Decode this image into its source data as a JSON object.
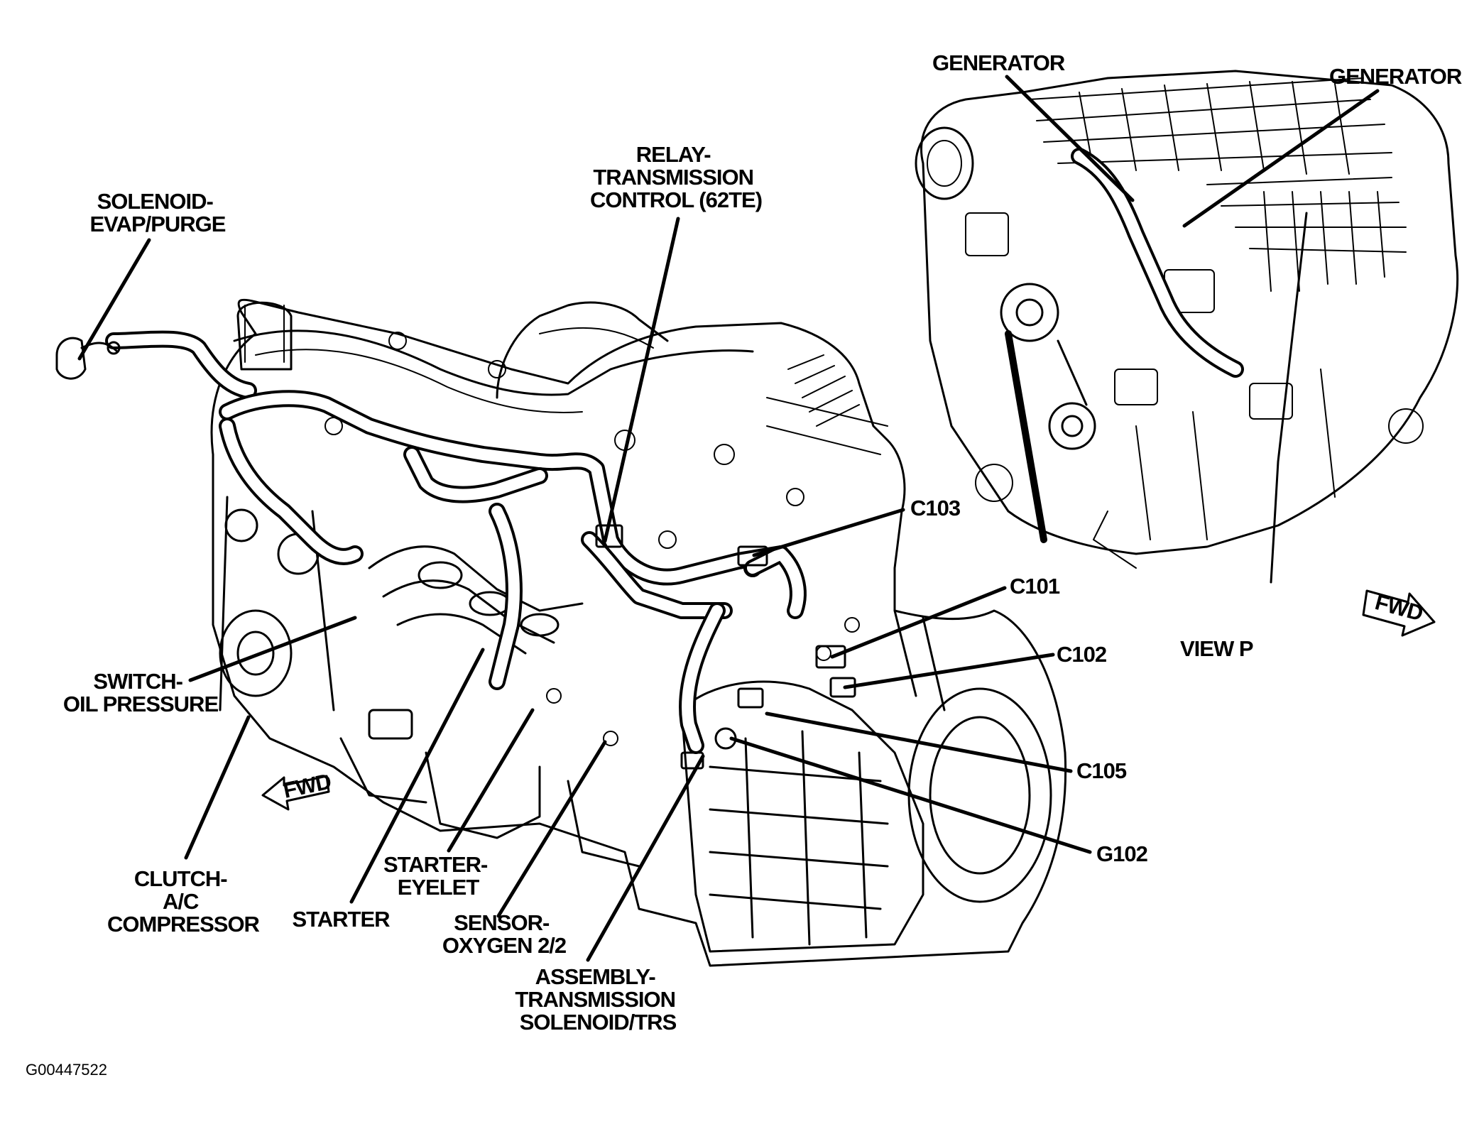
{
  "figure_id": "G00447522",
  "view_label": "VIEW P",
  "fwd_arrow_text": "FWD",
  "labels": {
    "solenoid_evap": [
      "SOLENOID-",
      "EVAP/PURGE"
    ],
    "relay_transmission": [
      "RELAY-",
      "TRANSMISSION",
      "CONTROL (62TE)"
    ],
    "generator_1": [
      "GENERATOR"
    ],
    "generator_2": [
      "GENERATOR"
    ],
    "c103": [
      "C103"
    ],
    "c101": [
      "C101"
    ],
    "c102": [
      "C102"
    ],
    "c105": [
      "C105"
    ],
    "g102": [
      "G102"
    ],
    "switch_oil": [
      "SWITCH-",
      "OIL PRESSURE"
    ],
    "clutch_ac": [
      "CLUTCH-",
      "A/C",
      "COMPRESSOR"
    ],
    "starter": [
      "STARTER"
    ],
    "starter_eyelet": [
      "STARTER-",
      "EYELET"
    ],
    "sensor_oxygen": [
      "SENSOR-",
      "OXYGEN 2/2"
    ],
    "assembly_trans": [
      "ASSEMBLY-",
      "TRANSMISSION",
      "SOLENOID/TRS"
    ]
  }
}
